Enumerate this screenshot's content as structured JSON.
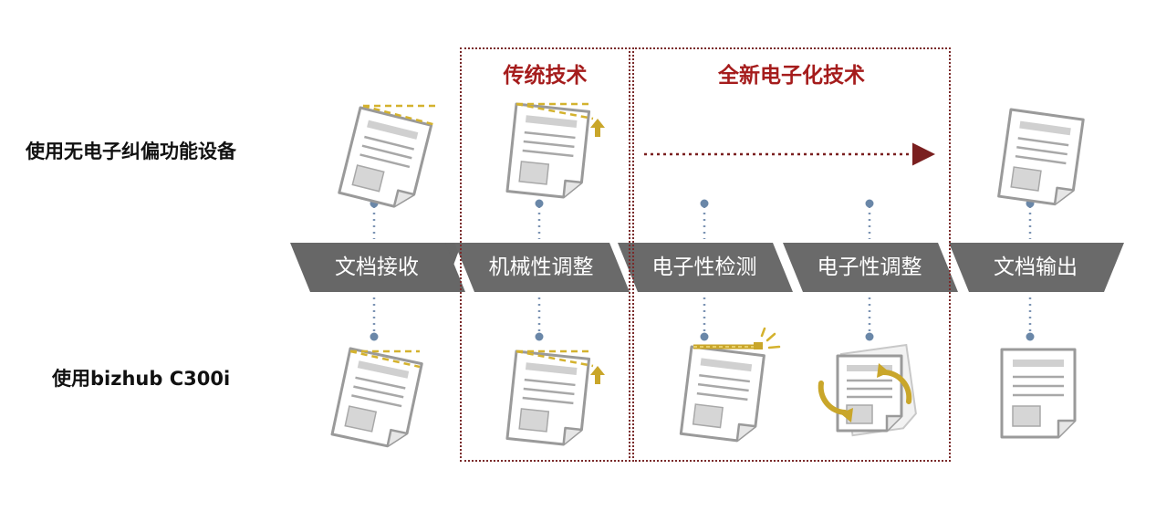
{
  "colors": {
    "accent": "#a51c1c",
    "box_border": "#7a2a2a",
    "step_fill": "#666666",
    "dot": "#6a87a8",
    "guide": "#d4b22e",
    "doc_stroke": "#999999",
    "doc_block": "#d0d0d0"
  },
  "row_labels": {
    "top": "使用无电子纠偏功能设备",
    "bottom": "使用bizhub C300i"
  },
  "sections": {
    "traditional": "传统技术",
    "electronic": "全新电子化技术"
  },
  "steps": [
    {
      "label": "文档接收"
    },
    {
      "label": "机械性调整"
    },
    {
      "label": "电子性检测"
    },
    {
      "label": "电子性调整"
    },
    {
      "label": "文档输出"
    }
  ],
  "icons": {
    "document": "document-icon",
    "arrow_up": "arrow-up-icon",
    "rotate": "rotate-arrows-icon",
    "alert": "alert-rays-icon"
  }
}
